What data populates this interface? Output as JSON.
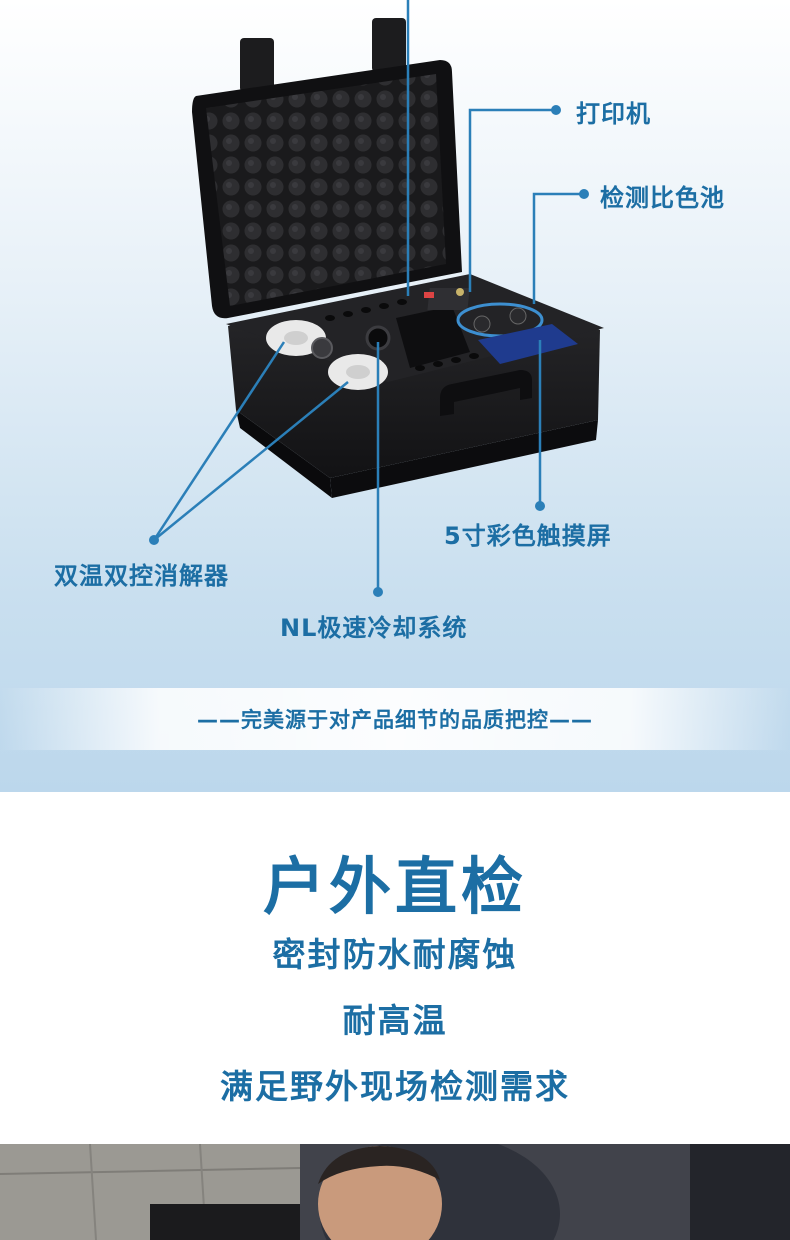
{
  "callouts": {
    "printer": "打印机",
    "cuvette": "检测比色池",
    "touchscreen": "5寸彩色触摸屏",
    "digester": "双温双控消解器",
    "cooling": "NL极速冷却系统"
  },
  "tagline": "——完美源于对产品细节的品质把控——",
  "outdoor": {
    "title": "户外直检",
    "features": [
      "密封防水耐腐蚀",
      "耐高温",
      "满足野外现场检测需求"
    ]
  },
  "colors": {
    "accent": "#1c6ea4",
    "case": "#1f1f21",
    "callout_line": "#2b7fb8"
  }
}
